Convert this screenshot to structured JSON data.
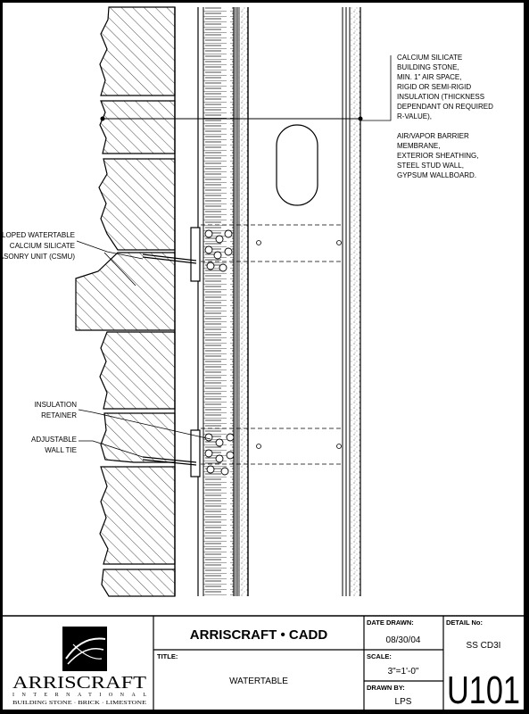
{
  "drawing": {
    "callouts": {
      "materials_list": [
        "CALCIUM SILICATE",
        "BUILDING STONE,",
        "MIN. 1\" AIR SPACE,",
        "RIGID OR SEMI-RIGID",
        "INSULATION (THICKNESS",
        "DEPENDANT ON REQUIRED",
        "R-VALUE),",
        "AIR/VAPOR BARRIER",
        "MEMBRANE,",
        "EXTERIOR SHEATHING,",
        "STEEL STUD WALL,",
        "GYPSUM WALLBOARD."
      ],
      "watertable": [
        "SLOPED WATERTABLE",
        "CALCIUM SILICATE",
        "MASONRY UNIT (CSMU)"
      ],
      "insulation_retainer": [
        "INSULATION",
        "RETAINER"
      ],
      "wall_tie": [
        "ADJUSTABLE",
        "WALL TIE"
      ]
    }
  },
  "title_block": {
    "company": {
      "name": "ARRISCRAFT",
      "subname": "INTERNATIONAL",
      "tagline": "BUILDING STONE · BRICK · LIMESTONE"
    },
    "header_title": "ARRISCRAFT • CADD",
    "title_label": "TITLE:",
    "title_value": "WATERTABLE",
    "date_label": "DATE DRAWN:",
    "date_value": "08/30/04",
    "scale_label": "SCALE:",
    "scale_value": "3\"=1'-0\"",
    "drawn_by_label": "DRAWN BY:",
    "drawn_by_value": "LPS",
    "detail_label": "DETAIL No:",
    "detail_code": "SS CD3I",
    "detail_number": "U101"
  }
}
